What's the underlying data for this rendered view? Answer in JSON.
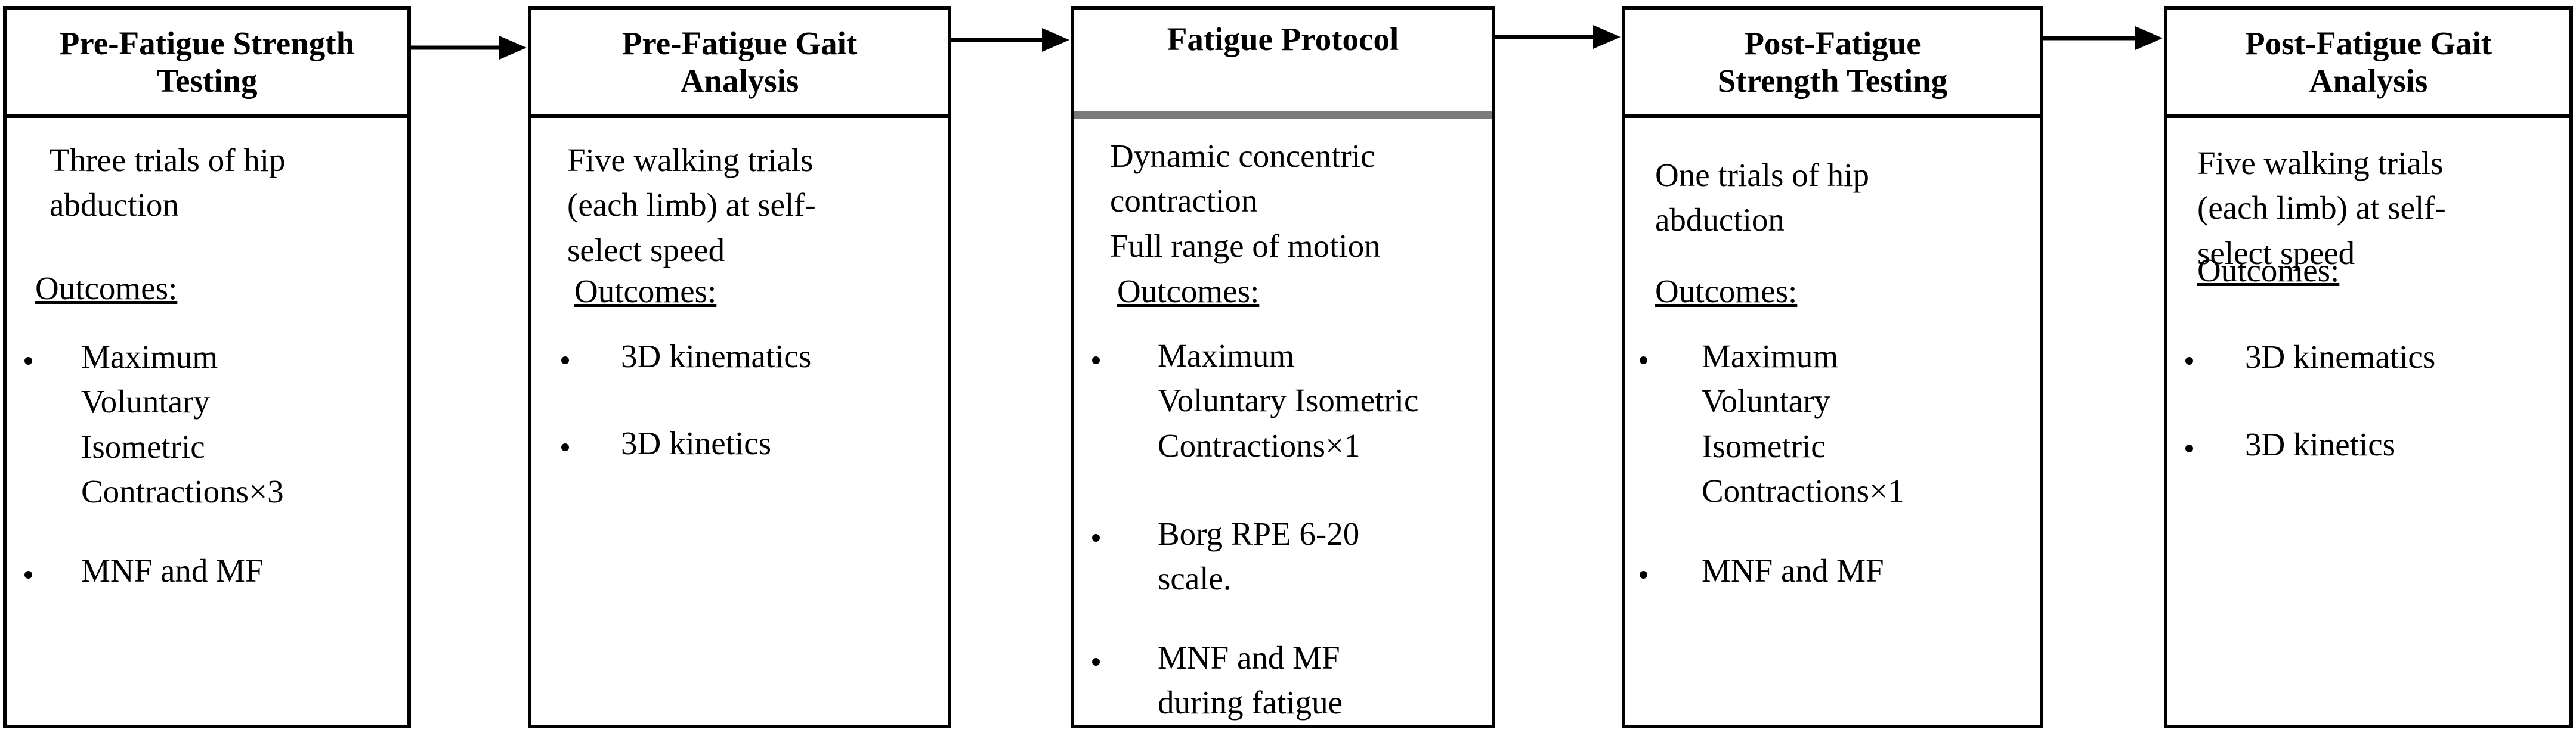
{
  "colors": {
    "stroke": "#000000",
    "divider_accent": "#7a7a7a"
  },
  "boxes": [
    {
      "title": "Pre-Fatigue Strength\nTesting",
      "intro": "Three trials of hip\nabduction",
      "outcomes_label": "Outcomes:",
      "bullets": [
        "Maximum\nVoluntary\nIsometric\nContractions×3",
        "MNF and MF"
      ]
    },
    {
      "title": "Pre-Fatigue Gait\nAnalysis",
      "intro": "Five walking trials\n(each limb) at self-\nselect speed",
      "outcomes_label": "Outcomes:",
      "bullets": [
        "3D kinematics",
        "3D kinetics"
      ]
    },
    {
      "title": "Fatigue Protocol",
      "intro": "Dynamic concentric\ncontraction\nFull range of motion",
      "outcomes_label": "Outcomes:",
      "bullets": [
        "Maximum\nVoluntary Isometric\nContractions×1",
        "Borg RPE 6-20\nscale.",
        "MNF and MF\nduring fatigue"
      ]
    },
    {
      "title": "Post-Fatigue\nStrength Testing",
      "intro": "One trials of hip\nabduction",
      "outcomes_label": "Outcomes:",
      "bullets": [
        "Maximum\nVoluntary\nIsometric\nContractions×1",
        "MNF and MF"
      ]
    },
    {
      "title": "Post-Fatigue Gait\nAnalysis",
      "intro": "Five walking trials\n(each limb) at self-\nselect speed",
      "outcomes_label": "Outcomes:",
      "bullets": [
        "3D kinematics",
        "3D kinetics"
      ]
    }
  ]
}
